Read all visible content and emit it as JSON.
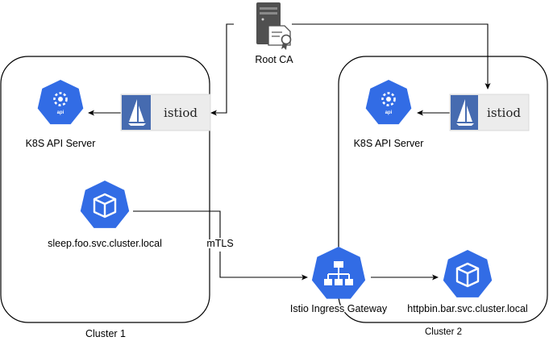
{
  "root_ca": {
    "label": "Root CA",
    "icon": "server-certificate-icon"
  },
  "clusters": [
    {
      "label": "Cluster 1",
      "api_server_label": "K8S API Server",
      "api_icon_text": "api",
      "istiod_text": "istiod",
      "service_label": "sleep.foo.svc.cluster.local"
    },
    {
      "label": "Cluster 2",
      "api_server_label": "K8S API Server",
      "api_icon_text": "api",
      "istiod_text": "istiod",
      "service_label": "httpbin.bar.svc.cluster.local"
    }
  ],
  "gateway": {
    "label": "Istio Ingress Gateway"
  },
  "connection": {
    "label": "mTLS"
  },
  "colors": {
    "k8s_blue": "#326ce5",
    "istio_navy": "#466bb0",
    "istiod_bg": "#ececec",
    "server_gray": "#505050"
  }
}
